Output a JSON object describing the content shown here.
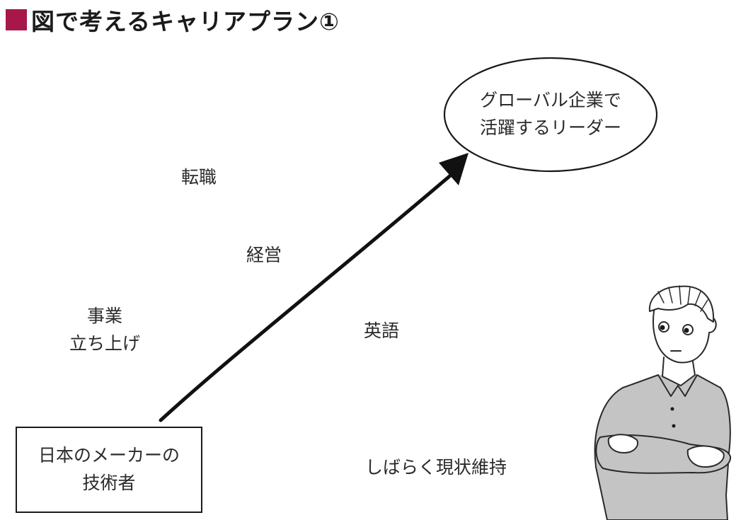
{
  "title": {
    "text": "図で考えるキャリアプラン①",
    "marker_color": "#a8174a"
  },
  "diagram": {
    "start": {
      "line1": "日本のメーカーの",
      "line2": "技術者"
    },
    "goal": {
      "line1": "グローバル企業で",
      "line2": "活躍するリーダー"
    },
    "options": {
      "career_change": "転職",
      "management": "経営",
      "new_business_line1": "事業",
      "new_business_line2": "立ち上げ",
      "english": "英語",
      "status_quo": "しばらく現状維持"
    }
  }
}
